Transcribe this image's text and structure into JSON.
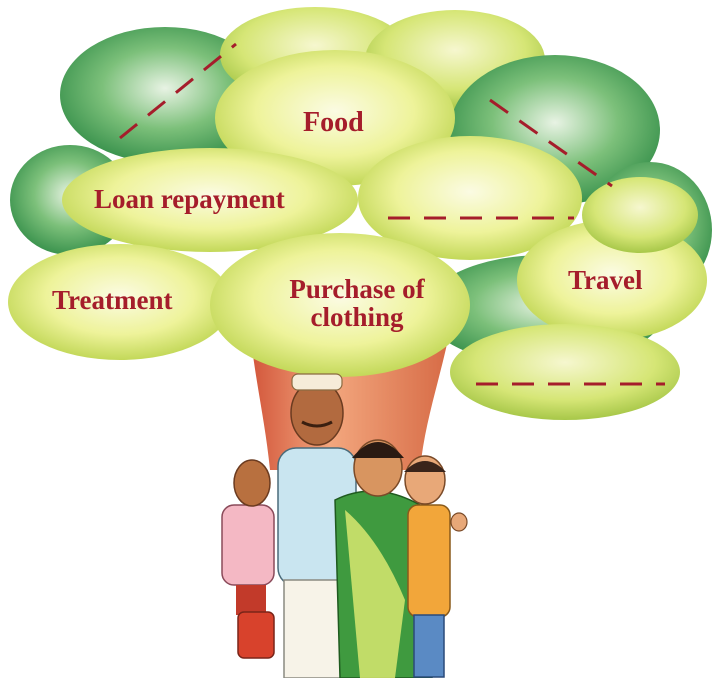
{
  "labels": {
    "food": "Food",
    "loan_repayment": "Loan repayment",
    "treatment": "Treatment",
    "purchase_line1": "Purchase of",
    "purchase_line2": "clothing",
    "travel": "Travel"
  },
  "colors": {
    "label_text": "#a51d2b",
    "blank_line": "#a51d2b",
    "foliage_light": "#f2f3a0",
    "foliage_mid": "#c8dc5a",
    "foliage_dark": "#3f9a4a",
    "trunk": "#e9805a"
  },
  "blanks": {
    "count": 4
  }
}
